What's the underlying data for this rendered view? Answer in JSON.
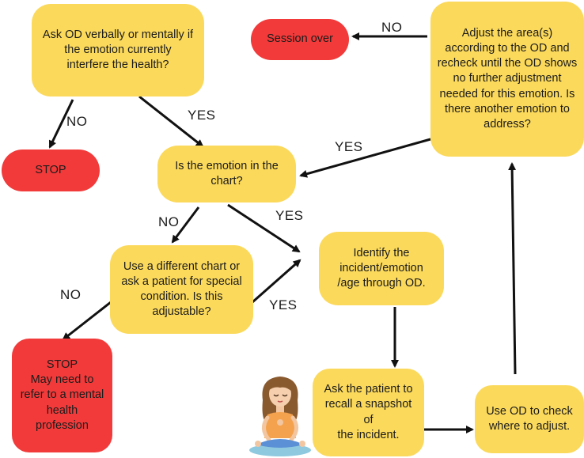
{
  "nodes": {
    "ask_od": "Ask OD verbally or mentally if\nthe  emotion currently\ninterfere the health?",
    "stop": "STOP",
    "in_chart": "Is the emotion in the\nchart?",
    "different_chart": "Use a different chart or\nask a patient for special\ncondition. Is this\nadjustable?",
    "stop_refer": "STOP\nMay need to\nrefer to a mental\nhealth\nprofession",
    "identify": "Identify the\nincident/emotion\n/age through OD.",
    "recall": "Ask  the patient to\nrecall a snapshot of\nthe incident.",
    "use_od": "Use OD to check\nwhere to adjust.",
    "adjust": "Adjust the area(s)\naccording to the OD and\nrecheck until the OD shows\nno further adjustment\nneeded for this emotion. Is\nthere another emotion to\naddress?",
    "session_over": "Session over"
  },
  "labels": {
    "no_top": "NO",
    "yes_top": "YES",
    "no_mid": "NO",
    "yes_mid": "YES",
    "no_left": "NO",
    "yes_low": "YES",
    "no_session": "NO",
    "yes_back": "YES"
  },
  "colors": {
    "decision": "#fbd95b",
    "terminal": "#f23a3a",
    "arrow": "#111111"
  },
  "illustration": "meditating-patient-figure"
}
